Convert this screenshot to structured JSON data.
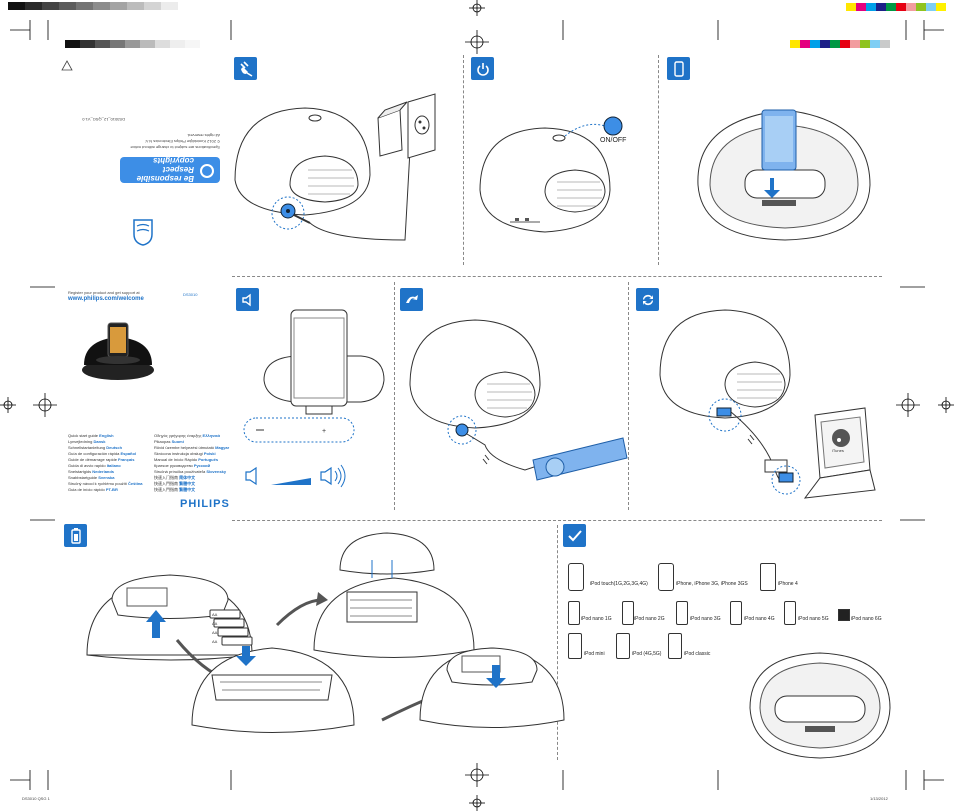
{
  "top_left_code": "",
  "left_top_panel": {
    "rotated_title": "Be responsible Respect copyrights",
    "rotated_text_lines": [
      "Specifications are subject to change without notice",
      "© 2012 Koninklijke Philips Electronics N.V.",
      "All rights reserved."
    ],
    "doc_code": "DS3010_12_QSG_V1.0"
  },
  "left_mid_panel": {
    "register_line": "Register your product and get support at",
    "url": "www.philips.com/welcome",
    "model": "DS3010",
    "brand": "PHILIPS",
    "languages_left": [
      {
        "text": "Quick start guide",
        "lang": "English"
      },
      {
        "text": "Lynvejledning",
        "lang": "Dansk"
      },
      {
        "text": "Schnellstartanleitung",
        "lang": "Deutsch"
      },
      {
        "text": "Guía de configuración rápida",
        "lang": "Español"
      },
      {
        "text": "Guide de démarrage rapide",
        "lang": "Français"
      },
      {
        "text": "Guida di avvio rapido",
        "lang": "Italiano"
      },
      {
        "text": "Snelstartgids",
        "lang": "Nederlands"
      },
      {
        "text": "Snabbstartguide",
        "lang": "Svenska"
      },
      {
        "text": "Stručný návod k rychlému použití",
        "lang": "Čeština"
      },
      {
        "text": "Guia de início rápido",
        "lang": "PT-BR"
      }
    ],
    "languages_right": [
      {
        "text": "Οδηγός γρήγορης έναρξης",
        "lang": "Ελληνικά"
      },
      {
        "text": "Pikaopas",
        "lang": "Suomi"
      },
      {
        "text": "Rövid üzembe helyezési útmutató",
        "lang": "Magyar"
      },
      {
        "text": "Skrócona instrukcja obsługi",
        "lang": "Polski"
      },
      {
        "text": "Manual de Início Rápido",
        "lang": "Português"
      },
      {
        "text": "Краткое руководство",
        "lang": "Русский"
      },
      {
        "text": "Stručná príručka používateľa",
        "lang": "Slovensky"
      },
      {
        "text": "快速入门指南",
        "lang": "简体中文"
      },
      {
        "text": "快速入門指南",
        "lang": "繁體中文"
      },
      {
        "text": "快速入門指南",
        "lang": "繁體中文"
      }
    ]
  },
  "step_labels": {
    "on_off": "ON/OFF"
  },
  "compat": {
    "row1": [
      {
        "label": "iPod touch(1G,2G,3G,4G)"
      },
      {
        "label": "iPhone, iPhone 3G, iPhone 3GS"
      },
      {
        "label": "iPhone 4"
      }
    ],
    "row2": [
      {
        "label": "iPod nano 1G"
      },
      {
        "label": "iPod nano 2G"
      },
      {
        "label": "iPod nano 3G"
      },
      {
        "label": "iPod nano 4G"
      },
      {
        "label": "iPod nano 5G"
      },
      {
        "label": "iPod nano 6G"
      }
    ],
    "row3": [
      {
        "label": "iPod mini"
      },
      {
        "label": "iPod (4G,5G)"
      },
      {
        "label": "iPod classic"
      }
    ]
  },
  "battery_labels": [
    "AA",
    "AA",
    "AA",
    "AA"
  ],
  "itunes_label": "iTunes",
  "footer_code_left": "DS3010 QSG 1",
  "footer_code_right": "1/13/2012"
}
